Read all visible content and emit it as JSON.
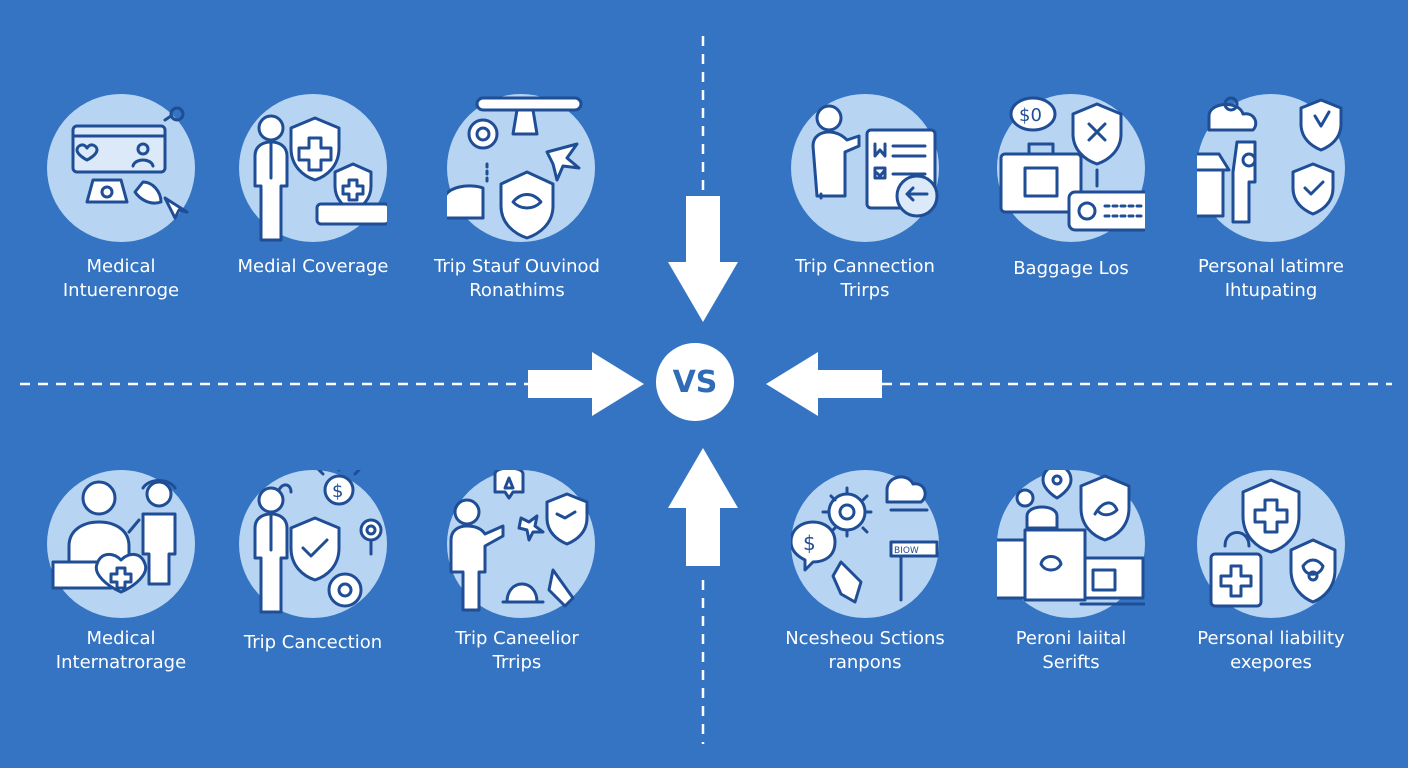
{
  "center": {
    "vs": "VS"
  },
  "cards": [
    {
      "id": "tl1",
      "lines": [
        "Medical",
        "Intuerenroge"
      ],
      "icon": "medical-intervention-icon"
    },
    {
      "id": "tl2",
      "lines": [
        "Medial Coverage"
      ],
      "icon": "medical-coverage-icon"
    },
    {
      "id": "tl3",
      "lines": [
        "Trip Stauf Ouvinod",
        "Ronathims"
      ],
      "icon": "trip-status-icon"
    },
    {
      "id": "tr1",
      "lines": [
        "Trip Cannection",
        "Trirps"
      ],
      "icon": "trip-connection-icon"
    },
    {
      "id": "tr2",
      "lines": [
        "Baggage Los"
      ],
      "icon": "baggage-loss-icon"
    },
    {
      "id": "tr3",
      "lines": [
        "Personal latimre",
        "Ihtupating"
      ],
      "icon": "personal-liability-icon"
    },
    {
      "id": "bl1",
      "lines": [
        "Medical",
        "Internatrorage"
      ],
      "icon": "medical-team-icon"
    },
    {
      "id": "bl2",
      "lines": [
        "Trip Cancection"
      ],
      "icon": "trip-cancellation-icon"
    },
    {
      "id": "bl3",
      "lines": [
        "Trip Caneelior",
        "Trrips"
      ],
      "icon": "trip-traveler-icon"
    },
    {
      "id": "br1",
      "lines": [
        "Ncesheou Sctions",
        "ranpons"
      ],
      "icon": "settings-dollar-icon"
    },
    {
      "id": "br2",
      "lines": [
        "Peroni laiital",
        "Serifts"
      ],
      "icon": "personal-belongings-icon"
    },
    {
      "id": "br3",
      "lines": [
        "Personal liability",
        "exepores"
      ],
      "icon": "liability-shield-icon"
    }
  ],
  "colors": {
    "background": "#3474c2",
    "circle": "#b8d4f3",
    "icon_stroke": "#1f4e96",
    "text": "#ffffff"
  }
}
